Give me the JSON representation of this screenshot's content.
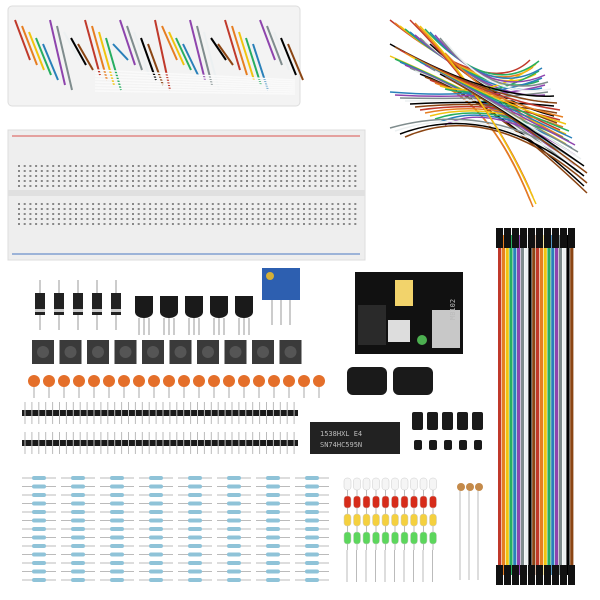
{
  "photo": {
    "chip": {
      "label_line1": "SN74HC595N",
      "label_line2": "1538HXL E4"
    },
    "power_module": {
      "label": "MB102"
    },
    "colors": {
      "background": "#ffffff",
      "breadboard": "#eeeeee",
      "rail_red": "#d9534f",
      "rail_blue": "#4a78c2",
      "potentiometer": "#2d5fb0",
      "ceramic_cap": "#e46f2a",
      "resistor_body": "#8fc3d8",
      "pcb": "#111111"
    },
    "wire_colors": [
      "#c0392b",
      "#e67e22",
      "#f1c40f",
      "#27ae60",
      "#2980b9",
      "#8e44ad",
      "#7f8c8d",
      "#ecf0f1",
      "#000000",
      "#8b4513"
    ],
    "led_rows": [
      "#f5f5f5",
      "#d62c1a",
      "#f4d03f",
      "#5cd65c"
    ]
  }
}
